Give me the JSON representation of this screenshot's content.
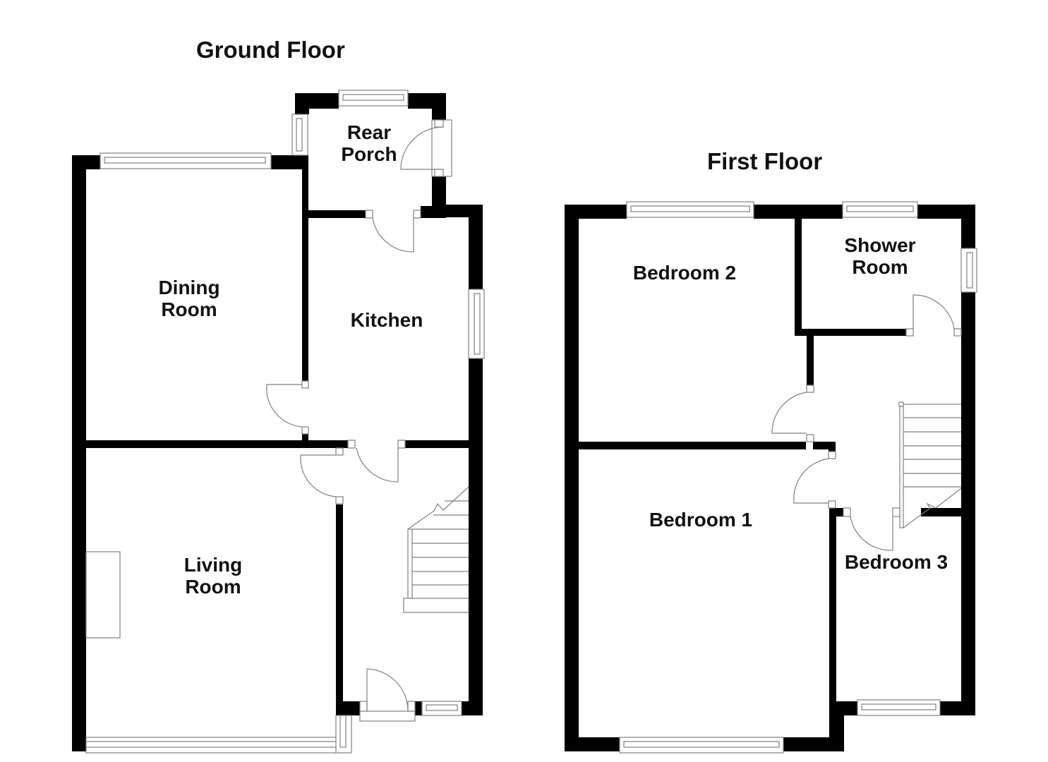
{
  "floors": {
    "ground": {
      "title": "Ground Floor",
      "rooms": {
        "rear_porch": "Rear\nPorch",
        "dining_room": "Dining\nRoom",
        "kitchen": "Kitchen",
        "living_room": "Living\nRoom"
      }
    },
    "first": {
      "title": "First Floor",
      "rooms": {
        "bedroom_2": "Bedroom 2",
        "shower_room": "Shower\nRoom",
        "bedroom_1": "Bedroom 1",
        "bedroom_3": "Bedroom 3"
      }
    }
  },
  "colors": {
    "wall": "#000000",
    "fixture_line": "#808080",
    "background": "#ffffff"
  }
}
